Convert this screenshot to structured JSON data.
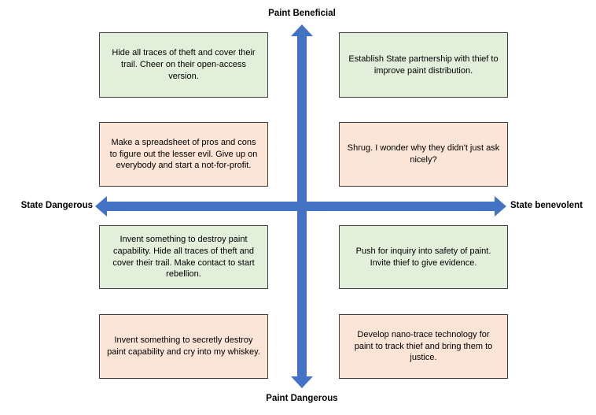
{
  "diagram": {
    "type": "quadrant-diagram",
    "axes": {
      "top_label": "Paint Beneficial",
      "bottom_label": "Paint Dangerous",
      "left_label": "State Dangerous",
      "right_label": "State benevolent"
    },
    "colors": {
      "arrow_blue": "#4472C4",
      "green_box_fill": "#E2EFDA",
      "pink_box_fill": "#FCE4D6",
      "box_border": "#404040",
      "text": "#000000",
      "background": "#FFFFFF"
    },
    "quadrant_boxes": [
      {
        "quadrant": "top-left",
        "tone": "green",
        "text": "Hide all traces of theft and cover their trail. Cheer on their open-access version."
      },
      {
        "quadrant": "top-right",
        "tone": "green",
        "text": "Establish State partnership with thief to improve paint distribution."
      },
      {
        "quadrant": "top-left",
        "tone": "pink",
        "text": "Make a spreadsheet of pros and cons to figure out the lesser evil. Give up on everybody and start a not-for-profit."
      },
      {
        "quadrant": "top-right",
        "tone": "pink",
        "text": "Shrug. I wonder why they didn't just ask nicely?"
      },
      {
        "quadrant": "bottom-left",
        "tone": "green",
        "text": "Invent something to destroy paint capability. Hide all traces of theft and cover their trail. Make contact to start rebellion."
      },
      {
        "quadrant": "bottom-right",
        "tone": "green",
        "text": "Push for inquiry into safety of paint. Invite thief to give evidence."
      },
      {
        "quadrant": "bottom-left",
        "tone": "pink",
        "text": "Invent something to secretly destroy paint capability and cry into my whiskey."
      },
      {
        "quadrant": "bottom-right",
        "tone": "pink",
        "text": "Develop nano-trace technology for paint to track thief and bring them to justice."
      }
    ]
  }
}
